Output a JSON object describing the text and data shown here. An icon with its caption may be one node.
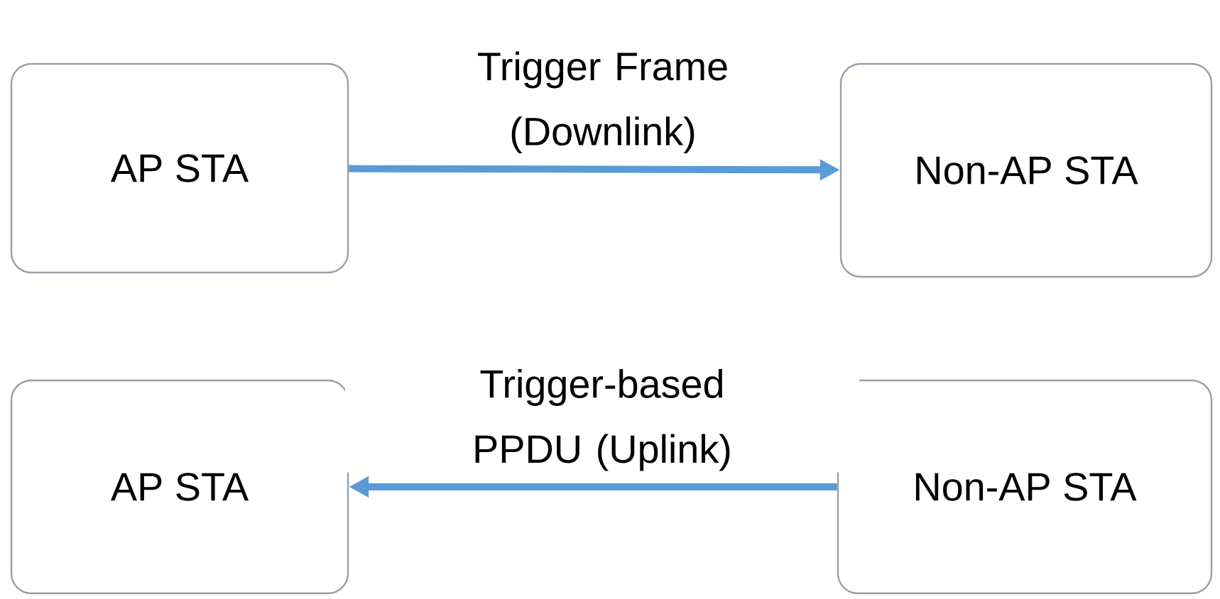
{
  "diagram": {
    "nodes": [
      {
        "text": [
          "AP STA"
        ]
      },
      {
        "text": [
          "Non-AP STA"
        ]
      },
      {
        "text": [
          "AP STA"
        ]
      },
      {
        "text": [
          "Non-AP STA"
        ]
      }
    ],
    "edges": [
      {
        "from": 0,
        "to": 1,
        "arrow": "to",
        "label": "Trigger Frame (Downlink)"
      },
      {
        "from": 3,
        "to": 2,
        "arrow": "to",
        "label": "Trigger-based PPDU (Uplink)"
      }
    ]
  }
}
